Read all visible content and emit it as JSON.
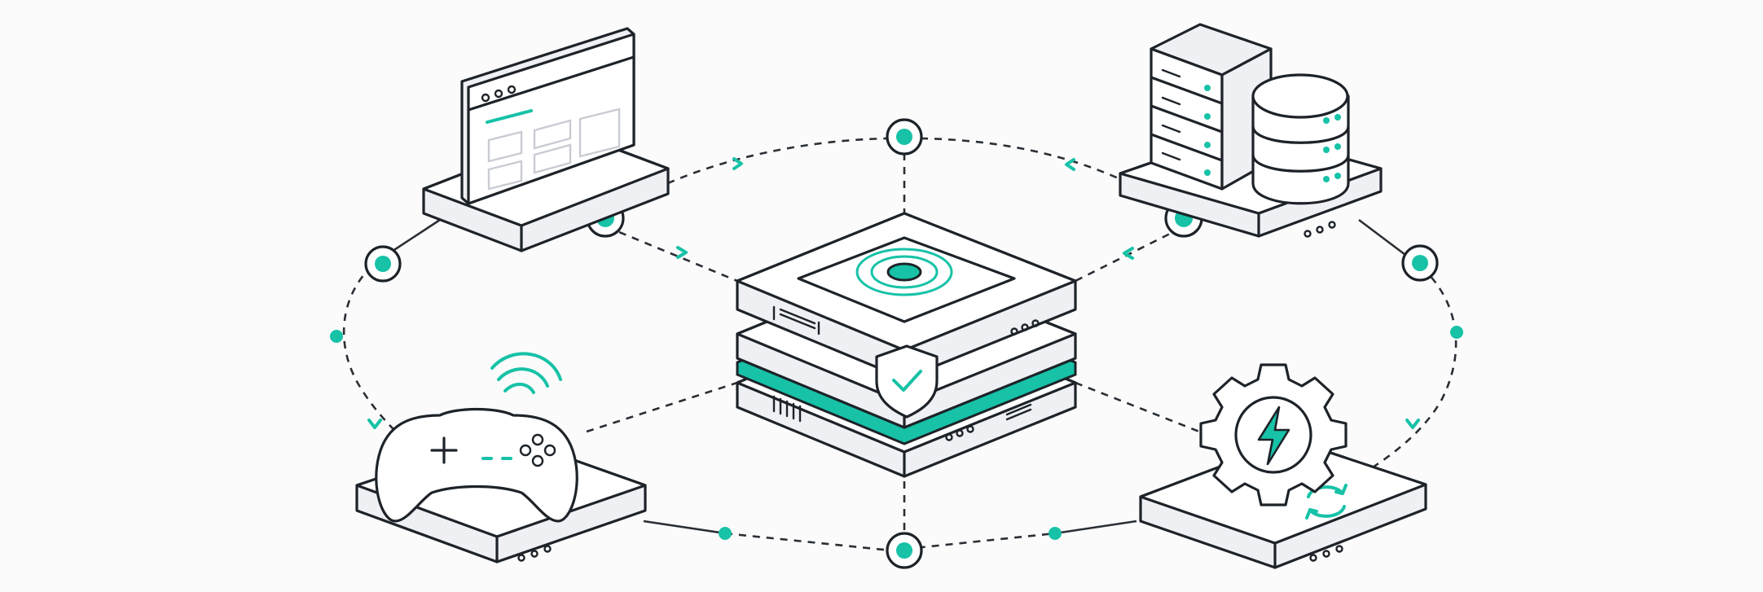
{
  "palette": {
    "accent": "#17c2a7",
    "outline": "#1d2329",
    "surface": "#ffffff",
    "background": "#fbfbfb"
  },
  "nodes": [
    {
      "id": "browser-window",
      "icon": "browser-window-icon"
    },
    {
      "id": "server-database",
      "icon": "server-rack-and-database-icon"
    },
    {
      "id": "central-hub",
      "icon": "stacked-server-hub-icon",
      "badge": "shield-check-icon"
    },
    {
      "id": "game-controller",
      "icon": "game-controller-wifi-icon"
    },
    {
      "id": "settings-power",
      "icon": "gear-lightning-refresh-icon"
    }
  ],
  "connections": [
    {
      "from": "browser-window",
      "to": "central-hub",
      "style": "dashed"
    },
    {
      "from": "server-database",
      "to": "central-hub",
      "style": "dashed"
    },
    {
      "from": "game-controller",
      "to": "central-hub",
      "style": "dashed"
    },
    {
      "from": "settings-power",
      "to": "central-hub",
      "style": "dashed"
    },
    {
      "from": "central-hub",
      "to": "top-connector",
      "style": "dashed"
    },
    {
      "from": "central-hub",
      "to": "bottom-connector",
      "style": "dashed"
    }
  ]
}
